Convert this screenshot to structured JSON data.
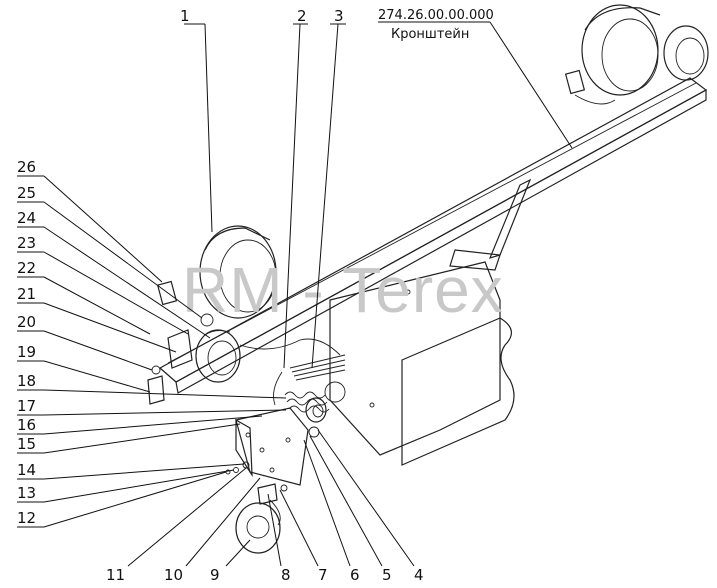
{
  "header": {
    "code": "274.26.00.00.000",
    "name": "Кронштейн"
  },
  "watermark": "RM - Terex",
  "callouts": [
    {
      "id": "c1",
      "text": "1"
    },
    {
      "id": "c2",
      "text": "2"
    },
    {
      "id": "c3",
      "text": "3"
    },
    {
      "id": "c4",
      "text": "4"
    },
    {
      "id": "c5",
      "text": "5"
    },
    {
      "id": "c6",
      "text": "6"
    },
    {
      "id": "c7",
      "text": "7"
    },
    {
      "id": "c8",
      "text": "8"
    },
    {
      "id": "c9",
      "text": "9"
    },
    {
      "id": "c10",
      "text": "10"
    },
    {
      "id": "c11",
      "text": "11"
    },
    {
      "id": "c12",
      "text": "12"
    },
    {
      "id": "c13",
      "text": "13"
    },
    {
      "id": "c14",
      "text": "14"
    },
    {
      "id": "c15",
      "text": "15"
    },
    {
      "id": "c16",
      "text": "16"
    },
    {
      "id": "c17",
      "text": "17"
    },
    {
      "id": "c18",
      "text": "18"
    },
    {
      "id": "c19",
      "text": "19"
    },
    {
      "id": "c20",
      "text": "20"
    },
    {
      "id": "c21",
      "text": "21"
    },
    {
      "id": "c22",
      "text": "22"
    },
    {
      "id": "c23",
      "text": "23"
    },
    {
      "id": "c24",
      "text": "24"
    },
    {
      "id": "c25",
      "text": "25"
    },
    {
      "id": "c26",
      "text": "26"
    }
  ]
}
